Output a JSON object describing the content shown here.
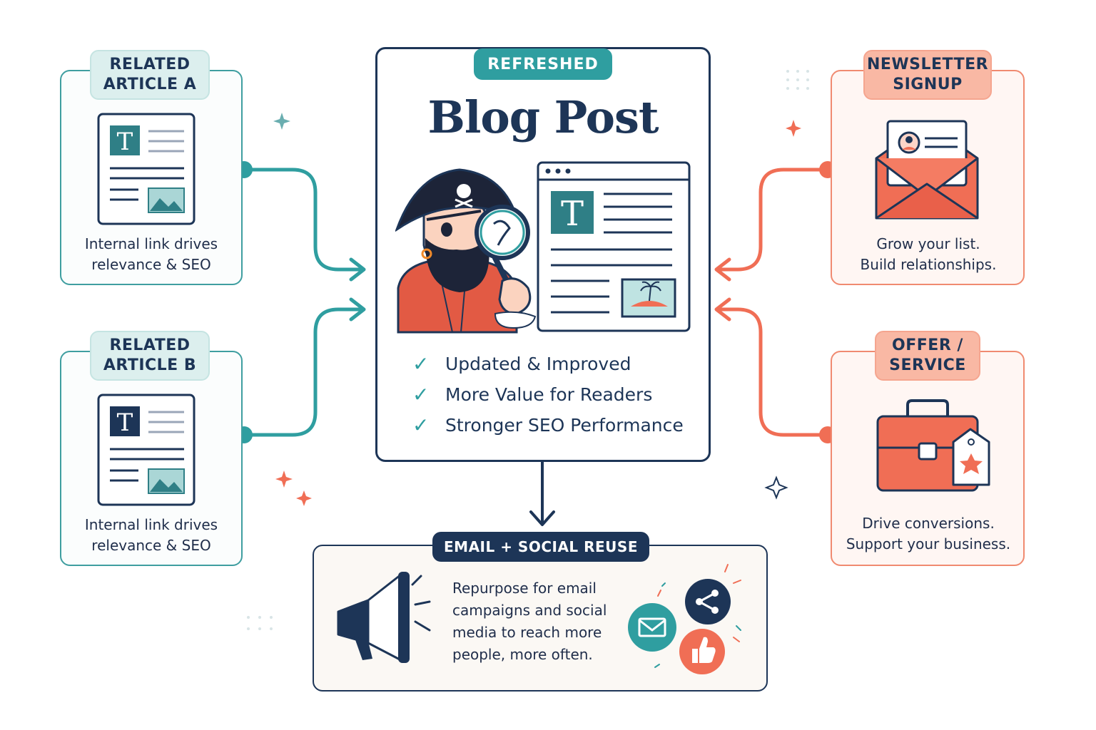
{
  "center": {
    "badge": "REFRESHED",
    "title": "Blog Post",
    "checks": [
      "Updated & Improved",
      "More Value for Readers",
      "Stronger SEO Performance"
    ],
    "doc_letter": "T"
  },
  "left": [
    {
      "label_line1": "RELATED",
      "label_line2": "ARTICLE A",
      "caption_line1": "Internal link drives",
      "caption_line2": "relevance & SEO",
      "doc_letter": "T"
    },
    {
      "label_line1": "RELATED",
      "label_line2": "ARTICLE B",
      "caption_line1": "Internal link drives",
      "caption_line2": "relevance & SEO",
      "doc_letter": "T"
    }
  ],
  "right": [
    {
      "label_line1": "NEWSLETTER",
      "label_line2": "SIGNUP",
      "caption_line1": "Grow your list.",
      "caption_line2": "Build relationships."
    },
    {
      "label_line1": "OFFER /",
      "label_line2": "SERVICE",
      "caption_line1": "Drive conversions.",
      "caption_line2": "Support your business."
    }
  ],
  "bottom": {
    "badge": "EMAIL + SOCIAL REUSE",
    "text": "Repurpose for email campaigns and social media to reach more people, more often."
  },
  "colors": {
    "teal": "#2f9ea0",
    "coral": "#f06e55",
    "navy": "#1d3557"
  },
  "icons": [
    "document-icon",
    "pirate-icon",
    "magnifier-icon",
    "envelope-icon",
    "briefcase-icon",
    "price-tag-icon",
    "megaphone-icon",
    "share-icon",
    "mail-icon",
    "thumbs-up-icon",
    "sparkle-icon"
  ]
}
